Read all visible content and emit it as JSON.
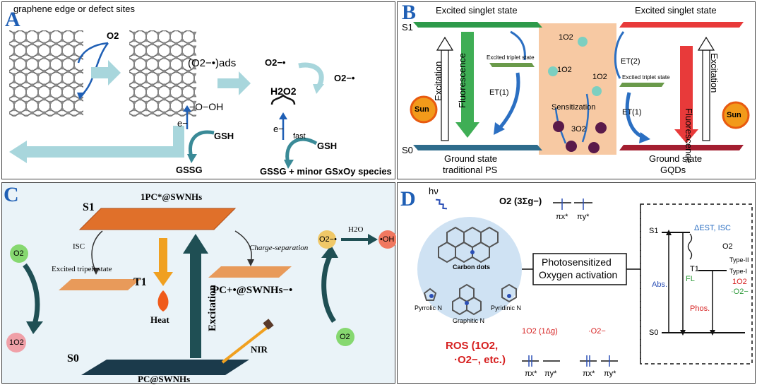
{
  "panelA": {
    "letter": "A",
    "header": "graphene edge or defect sites",
    "o2": "O2",
    "o2minus_ads": "(O2−•)ads",
    "ooh": "−O−OH",
    "e1": "e−",
    "gsh1": "GSH",
    "gssg1": "GSSG",
    "o2dot": "O2−•",
    "o2minus": "O2−•",
    "h2o2": "H2O2",
    "e2": "e−",
    "fast": "fast",
    "gsh2": "GSH",
    "gssg2": "GSSG + minor GSxOy species"
  },
  "panelB": {
    "letter": "B",
    "s1_left": "Excited singlet state",
    "s1_right": "Excited singlet state",
    "s1": "S1",
    "s0": "S0",
    "excitation_l": "Excitation",
    "fluorescence_l": "Fluorescence",
    "excitation_r": "Excitation",
    "fluorescence_r": "Fluorescence",
    "triplet_l": "Excited triplet state",
    "triplet_r": "Excited triplet state",
    "singlet_o2": "1O2",
    "et1_l": "ET(1)",
    "et2": "ET(2)",
    "et1_r": "ET(1)",
    "sensitization": "Sensitization",
    "triplet_o2": "3O2",
    "ground_l_1": "Ground state",
    "ground_l_2": "traditional PS",
    "ground_r_1": "Ground state",
    "ground_r_2": "GQDs",
    "sun": "Sun"
  },
  "panelC": {
    "letter": "C",
    "top_label": "1PC*@SWNHs",
    "s1": "S1",
    "isc": "ISC",
    "tripelt": "Excited tripelt state",
    "t1": "T1",
    "charge_sep": "Charge-separation",
    "pc_label": "PC+•@SWNHs−•",
    "heat": "Heat",
    "excitation": "Excitation",
    "s0": "S0",
    "nir": "NIR",
    "bottom_label": "PC@SWNHs",
    "o2_left": "O2",
    "singlet_o2": "1O2",
    "o2_right": "O2",
    "superoxide": "O2−•",
    "h2o": "H2O",
    "oh": "•OH"
  },
  "panelD": {
    "letter": "D",
    "hv": "hν",
    "o2_state": "O2 (3Σg−)",
    "pix": "πx*",
    "piy": "πy*",
    "carbon_dots": "Carbon dots",
    "pyrrolic": "Pyrrolic N",
    "pyridinic": "Pyridinic N",
    "graphitic": "Graphitic N",
    "box_1": "Photosensitized",
    "box_2": "Oxygen activation",
    "s1": "S1",
    "t1": "T1",
    "s0": "S0",
    "dest": "ΔEST, ISC",
    "abs": "Abs.",
    "fl": "FL",
    "phos": "Phos.",
    "o2_j": "O2",
    "type2": "Type-II",
    "type1": "Type-I",
    "out_1o2": "1O2",
    "out_o2m": "·O2−",
    "ros_1": "ROS (1O2,",
    "ros_2": "·O2−, etc.)",
    "singlet_label": "1O2 (1Δg)",
    "super_label": "·O2−"
  },
  "colors": {
    "accent_blue": "#1f5fb5",
    "teal": "#8ec9cf",
    "orange_plate": "#e0702a",
    "dark_plate": "#1b3a4b",
    "red": "#d62020",
    "green": "#2e9a3a"
  }
}
